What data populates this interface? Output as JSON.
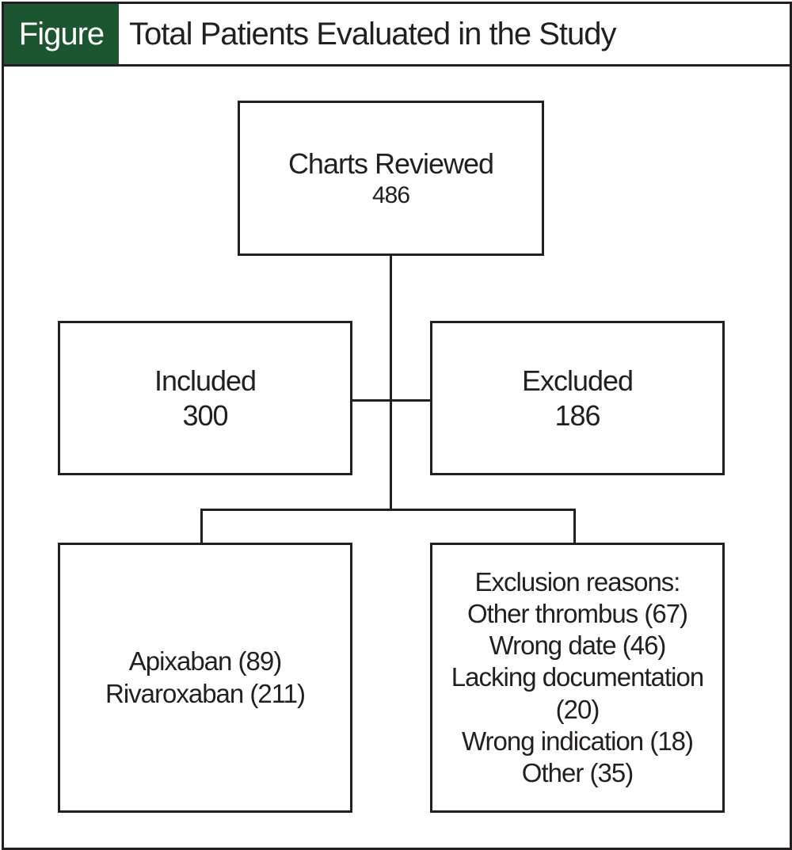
{
  "header": {
    "tag": "Figure",
    "title": "Total Patients Evaluated in the Study"
  },
  "nodes": {
    "reviewed": {
      "label": "Charts Reviewed",
      "value": "486"
    },
    "included": {
      "label": "Included",
      "value": "300"
    },
    "excluded": {
      "label": "Excluded",
      "value": "186"
    },
    "treatment": {
      "lines": [
        "Apixaban (89)",
        "Rivaroxaban (211)"
      ]
    },
    "reasons": {
      "lines": [
        "Exclusion reasons:",
        "Other thrombus (67)",
        "Wrong date (46)",
        "Lacking documentation",
        "(20)",
        "Wrong indication (18)",
        "Other (35)"
      ]
    }
  },
  "colors": {
    "accent": "#1c5631",
    "ink": "#231f20",
    "background": "#ffffff"
  }
}
